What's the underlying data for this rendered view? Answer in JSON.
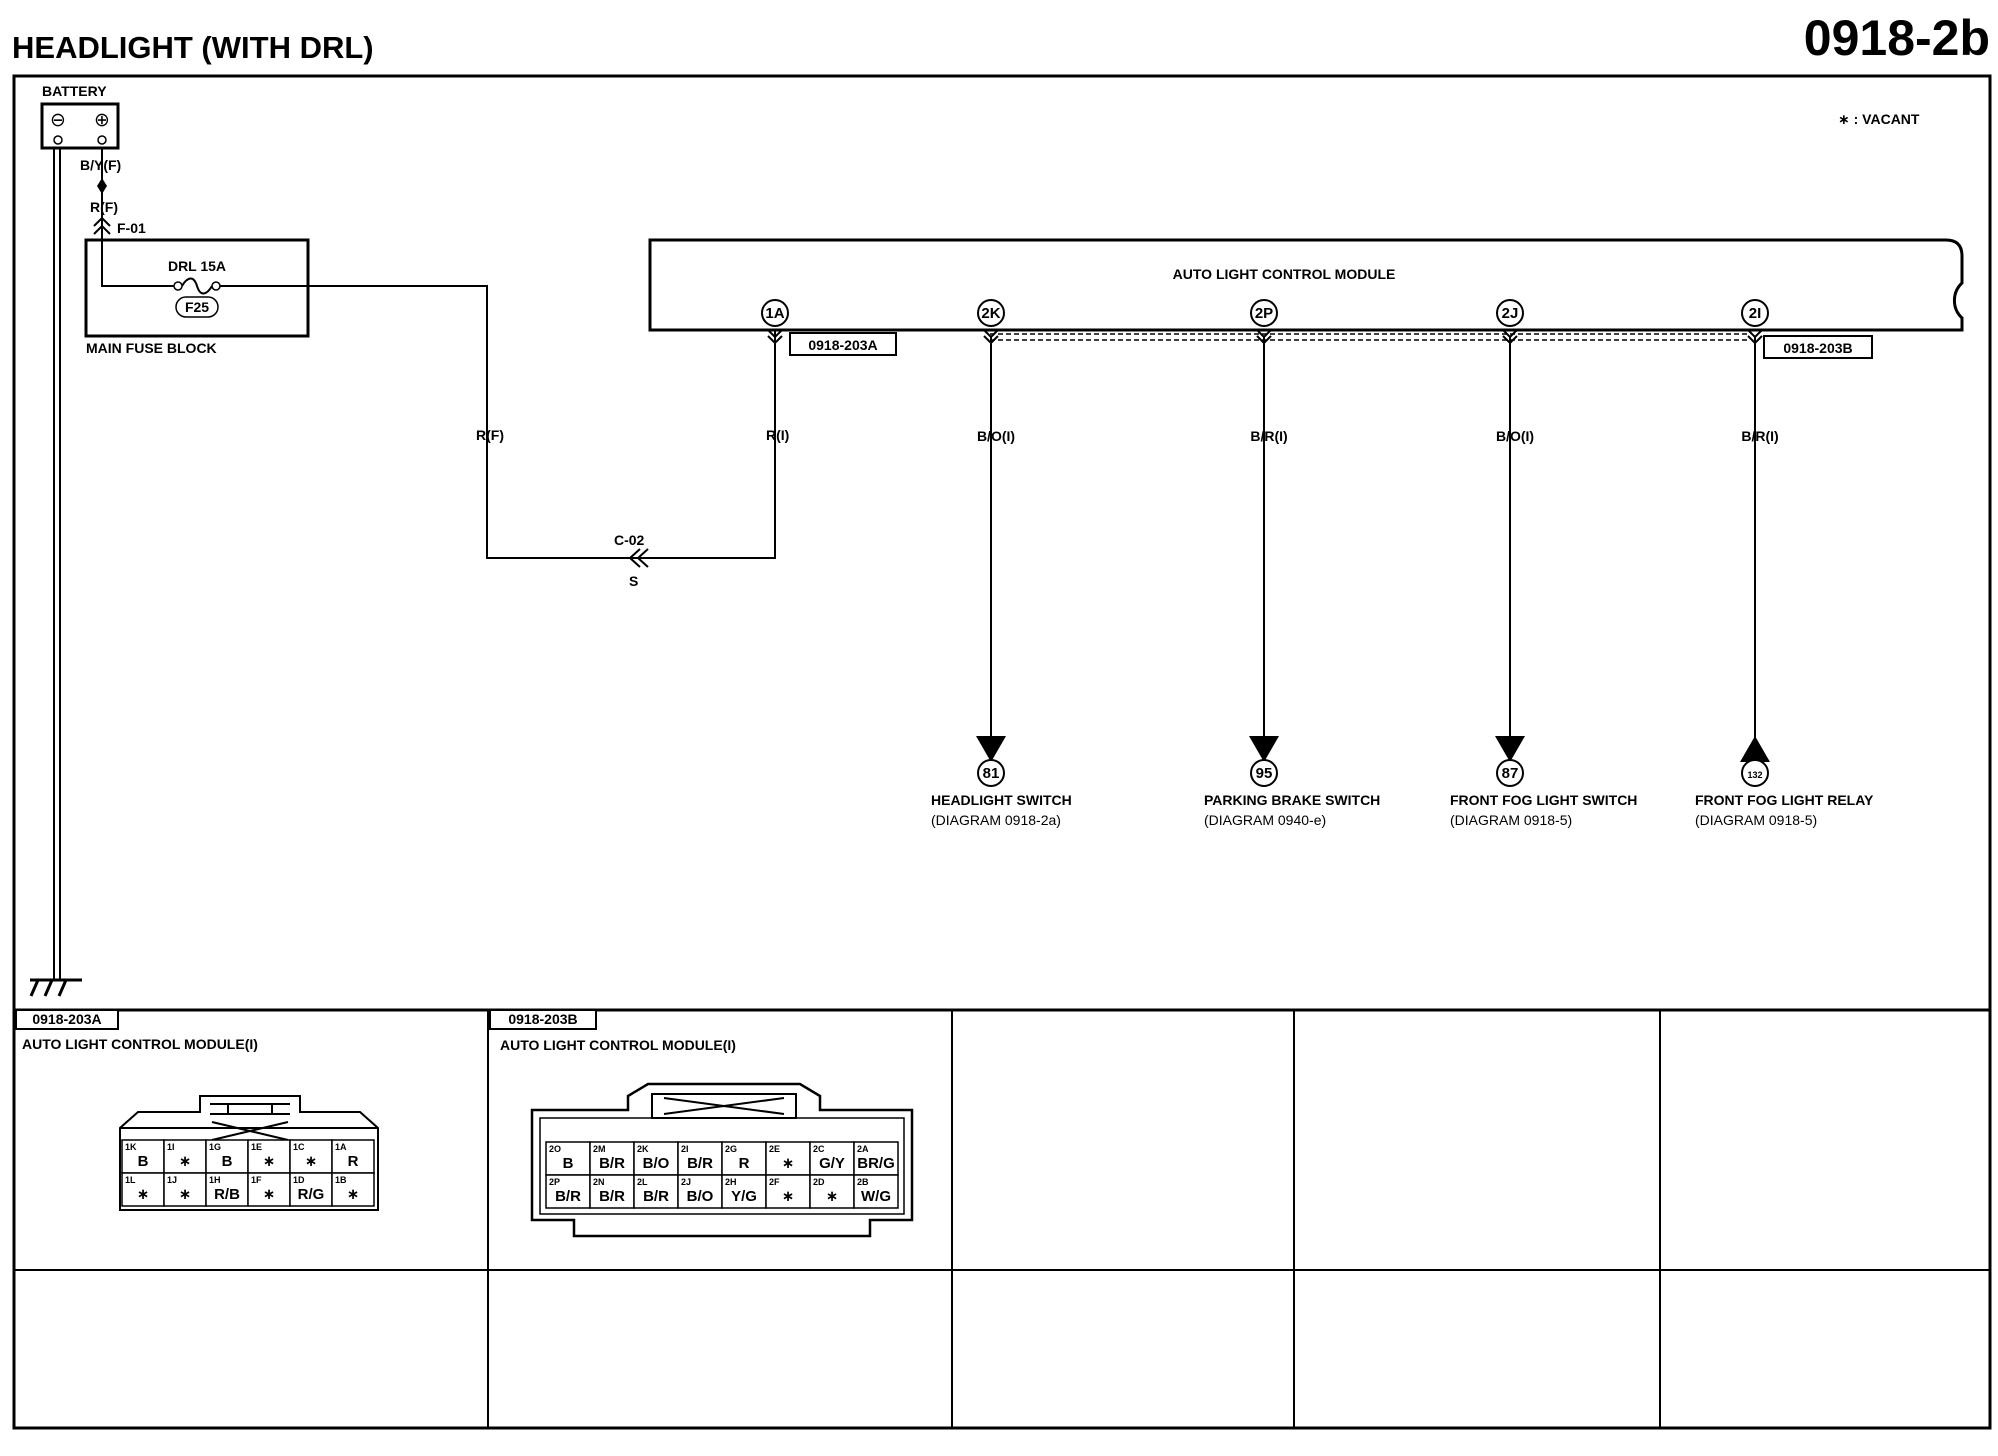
{
  "page": {
    "title": "HEADLIGHT (WITH DRL)",
    "code": "0918-2b",
    "vacant_note": "∗ : VACANT"
  },
  "battery": {
    "label": "BATTERY",
    "neg": "⊖",
    "pos": "⊕"
  },
  "fuse_block": {
    "wire_top": "B/Y(F)",
    "wire_in": "R(F)",
    "connector": "F-01",
    "fuse_label": "DRL 15A",
    "fuse_id": "F25",
    "block_label": "MAIN FUSE BLOCK"
  },
  "module": {
    "label": "AUTO LIGHT CONTROL MODULE"
  },
  "feed": {
    "wire_left": "R(F)",
    "wire_right": "R(I)",
    "connector": "C-02",
    "connector_sub": "S"
  },
  "terminals": [
    {
      "pin": "1A",
      "ref": "0918-203A"
    },
    {
      "pin": "2K",
      "wire": "B/O(I)",
      "target_num": "81",
      "target_name": "HEADLIGHT SWITCH",
      "target_diag": "(DIAGRAM  0918-2a)"
    },
    {
      "pin": "2P",
      "wire": "B/R(I)",
      "target_num": "95",
      "target_name": "PARKING BRAKE SWITCH",
      "target_diag": "(DIAGRAM  0940-e)"
    },
    {
      "pin": "2J",
      "wire": "B/O(I)",
      "target_num": "87",
      "target_name": "FRONT FOG LIGHT SWITCH",
      "target_diag": "(DIAGRAM  0918-5)"
    },
    {
      "pin": "2I",
      "wire": "B/R(I)",
      "target_num": "132",
      "target_name": "FRONT FOG LIGHT RELAY",
      "target_diag": "(DIAGRAM  0918-5)",
      "ref": "0918-203B"
    }
  ],
  "connector_views": [
    {
      "tag": "0918-203A",
      "name": "AUTO LIGHT CONTROL MODULE(I)",
      "rows": [
        [
          {
            "p": "1K",
            "c": "B"
          },
          {
            "p": "1I",
            "c": "∗"
          },
          {
            "p": "1G",
            "c": "B"
          },
          {
            "p": "1E",
            "c": "∗"
          },
          {
            "p": "1C",
            "c": "∗"
          },
          {
            "p": "1A",
            "c": "R"
          }
        ],
        [
          {
            "p": "1L",
            "c": "∗"
          },
          {
            "p": "1J",
            "c": "∗"
          },
          {
            "p": "1H",
            "c": "R/B"
          },
          {
            "p": "1F",
            "c": "∗"
          },
          {
            "p": "1D",
            "c": "R/G"
          },
          {
            "p": "1B",
            "c": "∗"
          }
        ]
      ]
    },
    {
      "tag": "0918-203B",
      "name": "AUTO LIGHT CONTROL MODULE(I)",
      "rows": [
        [
          {
            "p": "2O",
            "c": "B"
          },
          {
            "p": "2M",
            "c": "B/R"
          },
          {
            "p": "2K",
            "c": "B/O"
          },
          {
            "p": "2I",
            "c": "B/R"
          },
          {
            "p": "2G",
            "c": "R"
          },
          {
            "p": "2E",
            "c": "∗"
          },
          {
            "p": "2C",
            "c": "G/Y"
          },
          {
            "p": "2A",
            "c": "BR/G"
          }
        ],
        [
          {
            "p": "2P",
            "c": "B/R"
          },
          {
            "p": "2N",
            "c": "B/R"
          },
          {
            "p": "2L",
            "c": "B/R"
          },
          {
            "p": "2J",
            "c": "B/O"
          },
          {
            "p": "2H",
            "c": "Y/G"
          },
          {
            "p": "2F",
            "c": "∗"
          },
          {
            "p": "2D",
            "c": "∗"
          },
          {
            "p": "2B",
            "c": "W/G"
          }
        ]
      ]
    }
  ]
}
